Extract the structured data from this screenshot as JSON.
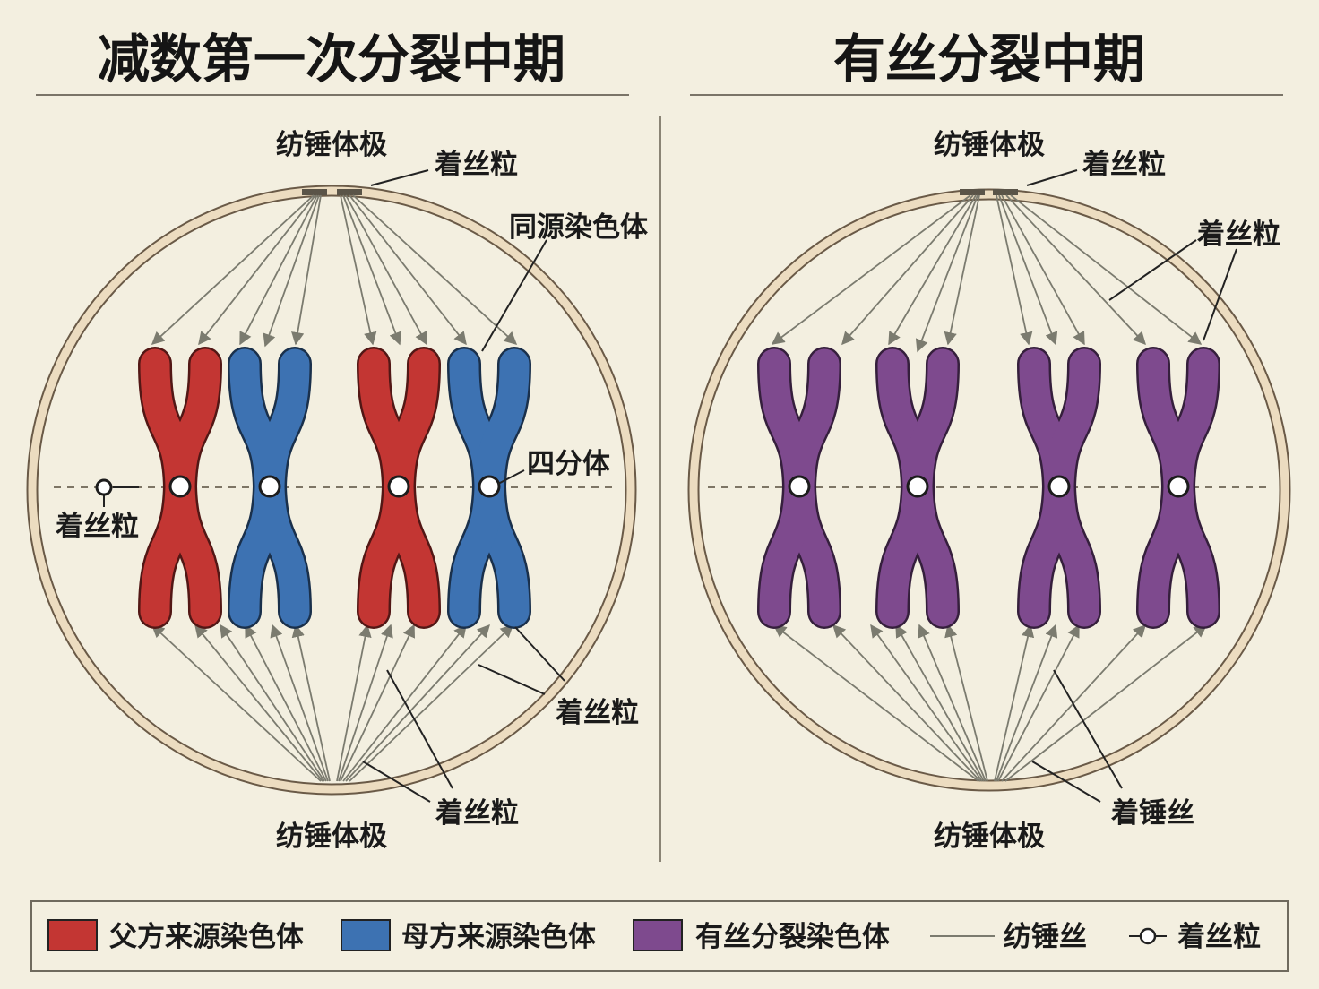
{
  "left_panel": {
    "title": "减数第一次分裂中期",
    "labels": {
      "pole_top": "纺锤体极",
      "kinetochore_top": "着丝粒",
      "homologs": "同源染色体",
      "tetrad": "四分体",
      "kinetochore_left": "着丝粒",
      "kinetochore_right": "着丝粒",
      "kinetochore_bottom": "着丝粒",
      "pole_bottom": "纺锤体极"
    },
    "chromosome_colors": [
      "#c33633",
      "#3d72b2",
      "#c33633",
      "#3d72b2"
    ]
  },
  "right_panel": {
    "title": "有丝分裂中期",
    "labels": {
      "pole_top": "纺锤体极",
      "kinetochore_top": "着丝粒",
      "kinetochore_right": "着丝粒",
      "spindle_fibers": "着锤丝",
      "pole_bottom": "纺锤体极"
    },
    "chromosome_colors": [
      "#7e4a8e",
      "#7e4a8e",
      "#7e4a8e",
      "#7e4a8e"
    ]
  },
  "legend": {
    "items": [
      {
        "label": "父方来源染色体",
        "color": "#c33633",
        "kind": "swatch"
      },
      {
        "label": "母方来源染色体",
        "color": "#3d72b2",
        "kind": "swatch"
      },
      {
        "label": "有丝分裂染色体",
        "color": "#7e4a8e",
        "kind": "swatch"
      },
      {
        "label": "纺锤丝",
        "kind": "line"
      },
      {
        "label": "着丝粒",
        "kind": "centromere"
      }
    ]
  }
}
